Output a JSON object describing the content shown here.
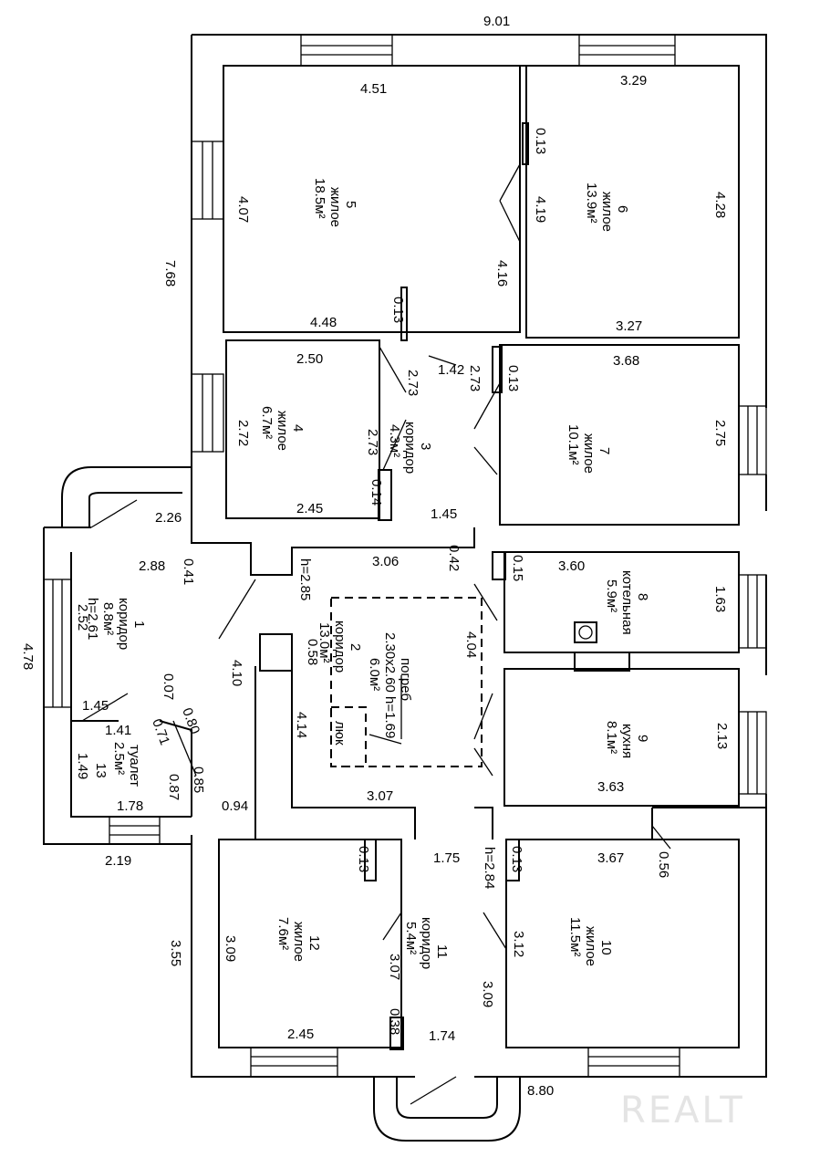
{
  "plan": {
    "overall_width": "9.01",
    "overall_bottom": "8.80",
    "left_height": "7.68",
    "wing_height": "4.78",
    "wing_bottom": "2.19",
    "bottom_height": "3.55"
  },
  "rooms": [
    {
      "id": "r5",
      "num": "5",
      "name": "жилое",
      "area": "18.5м²"
    },
    {
      "id": "r6",
      "num": "6",
      "name": "жилое",
      "area": "13.9м²"
    },
    {
      "id": "r4",
      "num": "4",
      "name": "жилое",
      "area": "6.7м²"
    },
    {
      "id": "r3",
      "num": "3",
      "name": "коридор",
      "area": "4.3м²"
    },
    {
      "id": "r7",
      "num": "7",
      "name": "жилое",
      "area": "10.1м²"
    },
    {
      "id": "r1",
      "num": "1",
      "name": "коридор",
      "area": "8.8м²",
      "extra": "h=2.61"
    },
    {
      "id": "r2",
      "num": "2",
      "name": "коридор",
      "area": "13.0м²"
    },
    {
      "id": "r8",
      "num": "8",
      "name": "котельная",
      "area": "5.9м²"
    },
    {
      "id": "r9",
      "num": "9",
      "name": "кухня",
      "area": "8.1м²"
    },
    {
      "id": "r13",
      "num": "13",
      "name": "туалет",
      "area": "2.5м²"
    },
    {
      "id": "r12",
      "num": "12",
      "name": "жилое",
      "area": "7.6м²"
    },
    {
      "id": "r11",
      "num": "11",
      "name": "коридор",
      "area": "5.4м²"
    },
    {
      "id": "r10",
      "num": "10",
      "name": "жилое",
      "area": "11.5м²"
    }
  ],
  "cellar": {
    "label": "погреб",
    "size": "2.30х2.60 h=1.69",
    "area": "6.0м²",
    "dim": "4.04",
    "hatch": "люк"
  },
  "dims": {
    "r5_top": "4.51",
    "r5_left": "4.07",
    "r5_bottom": "4.48",
    "r5_right": "4.16",
    "r5_door": "0.13",
    "r6_top": "3.29",
    "r6_left": "4.19",
    "r6_right": "4.28",
    "r6_bottom": "3.27",
    "r6_door": "0.13",
    "r4_top": "2.50",
    "r4_left": "2.72",
    "r4_right": "2.73",
    "r4_bottom": "2.45",
    "r4_door": "0.14",
    "r3_left": "2.73",
    "r3_top": "1.42",
    "r3_right": "2.73",
    "r3_bottom": "1.45",
    "r7_top": "3.68",
    "r7_right": "2.75",
    "r7_door": "0.13",
    "r1_top": "2.26",
    "r1_w": "2.88",
    "r1_door": "0.41",
    "r1_left": "2.52",
    "r1_bottom": "1.45",
    "r1_right": "4.10",
    "r2_h": "h=2.85",
    "r2_top": "3.06",
    "r2_pier": "0.58",
    "r2_left": "4.14",
    "r2_bottom": "3.07",
    "r8_door1": "0.42",
    "r8_door2": "0.15",
    "r8_top": "3.60",
    "r8_right": "1.63",
    "r9_right": "2.13",
    "r9_bottom": "3.63",
    "r13_top": "1.41",
    "r13_d1": "0.07",
    "r13_d2": "0.71",
    "r13_d3": "0.80",
    "r13_left": "1.49",
    "r13_bottom": "1.78",
    "r13_right": "0.87",
    "r13_door": "0.85",
    "r13_pier": "0.94",
    "r12_door": "0.13",
    "r12_left": "3.09",
    "r12_right": "3.07",
    "r12_bottom": "2.45",
    "r12_pier": "0.38",
    "r11_top": "1.75",
    "r11_h": "h=2.84",
    "r11_bottom": "1.74",
    "r11_right": "3.09",
    "r10_door": "0.13",
    "r10_top": "3.67",
    "r10_door2": "0.56",
    "r10_left": "3.12"
  },
  "watermark": "REALT"
}
